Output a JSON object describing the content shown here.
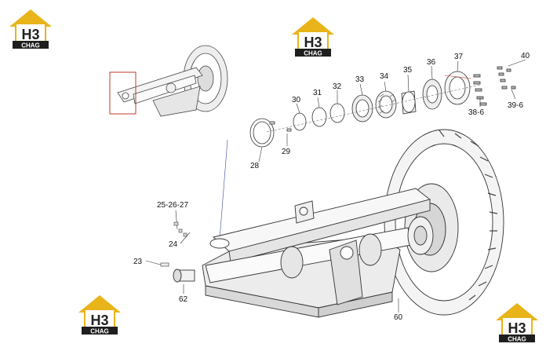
{
  "brand": {
    "logo_mark": "H3",
    "logo_word": "CHAG",
    "colors": {
      "roof": "#e8b41a",
      "body": "#1e1e1e",
      "text": "#ffffff"
    }
  },
  "callouts": [
    "40",
    "37",
    "36",
    "35",
    "34",
    "33",
    "32",
    "31",
    "30",
    "29",
    "28",
    "38-6",
    "39-6",
    "25-26-27",
    "24",
    "23",
    "62",
    "60"
  ],
  "colors": {
    "line": "#333333",
    "fill": "#ffffff",
    "shade": "#d9d9d9",
    "detail_box": "#c0392b"
  }
}
